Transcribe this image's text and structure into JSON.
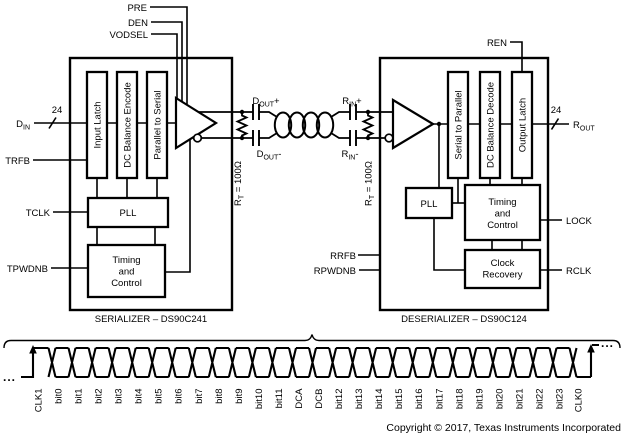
{
  "serializer": {
    "title": "SERIALIZER – DS90C241",
    "blocks": {
      "input_latch": "Input Latch",
      "dc_balance_encode": "DC Balance Encode",
      "parallel_to_serial": "Parallel to Serial",
      "pll": "PLL",
      "timing_control": {
        "l1": "Timing",
        "l2": "and",
        "l3": "Control"
      }
    },
    "pins": {
      "pre": "PRE",
      "den": "DEN",
      "vodsel": "VODSEL",
      "din": {
        "base": "D",
        "sub": "IN"
      },
      "din_bus_width": "24",
      "trfb": "TRFB",
      "tclk": "TCLK",
      "tpwdnb": "TPWDNB"
    }
  },
  "deserializer": {
    "title": "DESERIALIZER – DS90C124",
    "blocks": {
      "serial_to_parallel": "Serial to Parallel",
      "dc_balance_decode": "DC Balance Decode",
      "output_latch": "Output Latch",
      "pll": "PLL",
      "timing_control": {
        "l1": "Timing",
        "l2": "and",
        "l3": "Control"
      },
      "clock_recovery": {
        "l1": "Clock",
        "l2": "Recovery"
      }
    },
    "pins": {
      "ren": "REN",
      "rout": {
        "base": "R",
        "sub": "OUT"
      },
      "rout_bus_width": "24",
      "lock": "LOCK",
      "rclk": "RCLK",
      "rrfb": "RRFB",
      "rpwdnb": "RPWDNB"
    }
  },
  "channel": {
    "dout_plus": {
      "base": "D",
      "sub": "OUT",
      "suffix": "+"
    },
    "dout_minus": {
      "base": "D",
      "sub": "OUT",
      "suffix": "-"
    },
    "rin_plus": {
      "base": "R",
      "sub": "IN",
      "suffix": "+"
    },
    "rin_minus": {
      "base": "R",
      "sub": "IN",
      "suffix": "-"
    },
    "termination_left": {
      "base": "R",
      "sub": "T",
      "suffix": " = 100Ω"
    },
    "termination_right": {
      "base": "R",
      "sub": "T",
      "suffix": " = 100Ω"
    }
  },
  "timing": {
    "labels": [
      "CLK1",
      "bit0",
      "bit1",
      "bit2",
      "bit3",
      "bit4",
      "bit5",
      "bit6",
      "bit7",
      "bit8",
      "bit9",
      "bit10",
      "bit11",
      "DCA",
      "DCB",
      "bit12",
      "bit13",
      "bit14",
      "bit15",
      "bit16",
      "bit17",
      "bit18",
      "bit19",
      "bit20",
      "bit21",
      "bit22",
      "bit23",
      "CLK0"
    ],
    "ellipsis_left": "...",
    "ellipsis_right": "..."
  },
  "footer": {
    "copyright": "Copyright © 2017, Texas Instruments Incorporated"
  },
  "colors": {
    "ink": "#000000",
    "background": "#ffffff"
  }
}
